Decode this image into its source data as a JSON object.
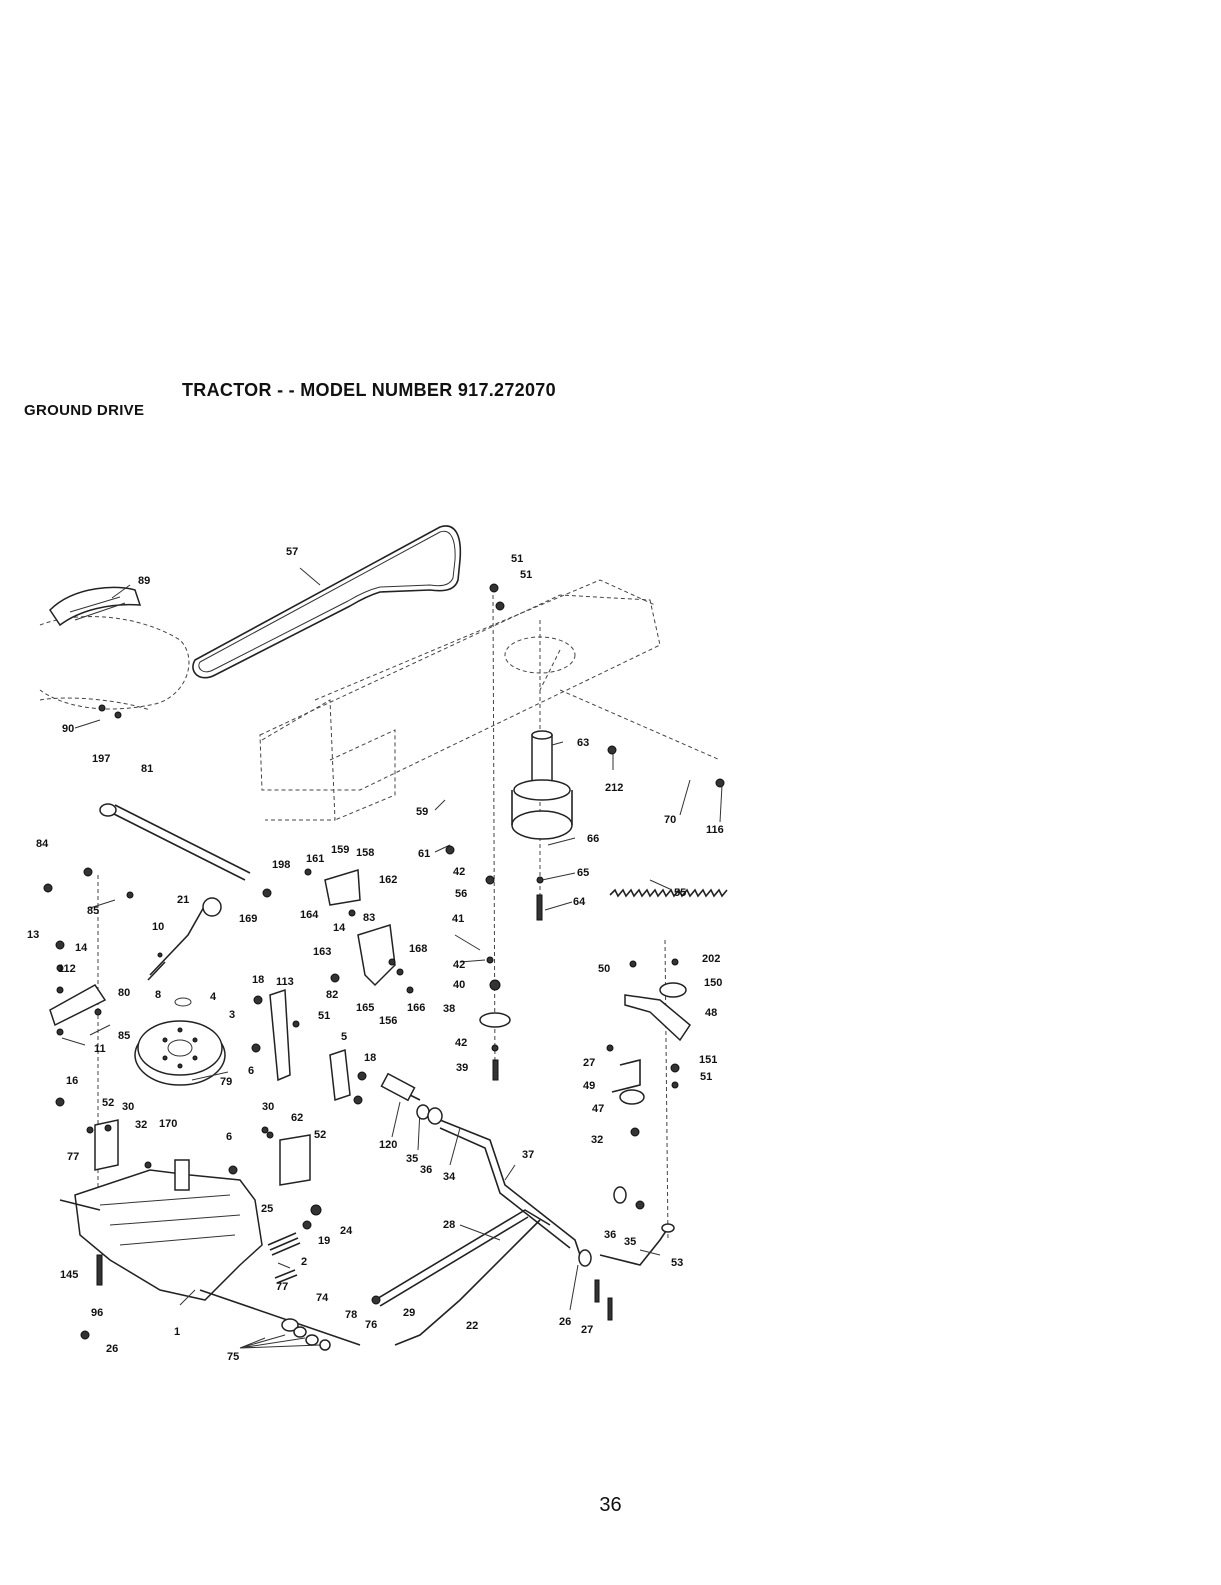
{
  "header": {
    "title": "TRACTOR - - MODEL NUMBER 917.272070",
    "section": "GROUND DRIVE"
  },
  "footer": {
    "page_number": "36"
  },
  "diagram": {
    "labels": [
      "57",
      "51",
      "51",
      "89",
      "90",
      "63",
      "212",
      "70",
      "116",
      "197",
      "81",
      "59",
      "66",
      "61",
      "84",
      "159",
      "158",
      "198",
      "161",
      "162",
      "42",
      "65",
      "56",
      "64",
      "55",
      "85",
      "21",
      "164",
      "83",
      "14",
      "169",
      "10",
      "13",
      "14",
      "112",
      "163",
      "168",
      "41",
      "42",
      "50",
      "202",
      "150",
      "8",
      "4",
      "80",
      "18",
      "113",
      "82",
      "40",
      "48",
      "3",
      "85",
      "165",
      "166",
      "156",
      "38",
      "11",
      "51",
      "5",
      "42",
      "27",
      "151",
      "18",
      "39",
      "51",
      "49",
      "16",
      "79",
      "47",
      "6",
      "52",
      "30",
      "32",
      "30",
      "62",
      "120",
      "32",
      "170",
      "6",
      "52",
      "35",
      "36",
      "37",
      "34",
      "77",
      "25",
      "24",
      "19",
      "36",
      "35",
      "2",
      "28",
      "145",
      "53",
      "77",
      "74",
      "96",
      "29",
      "22",
      "78",
      "76",
      "26",
      "27",
      "1",
      "26",
      "75"
    ]
  }
}
